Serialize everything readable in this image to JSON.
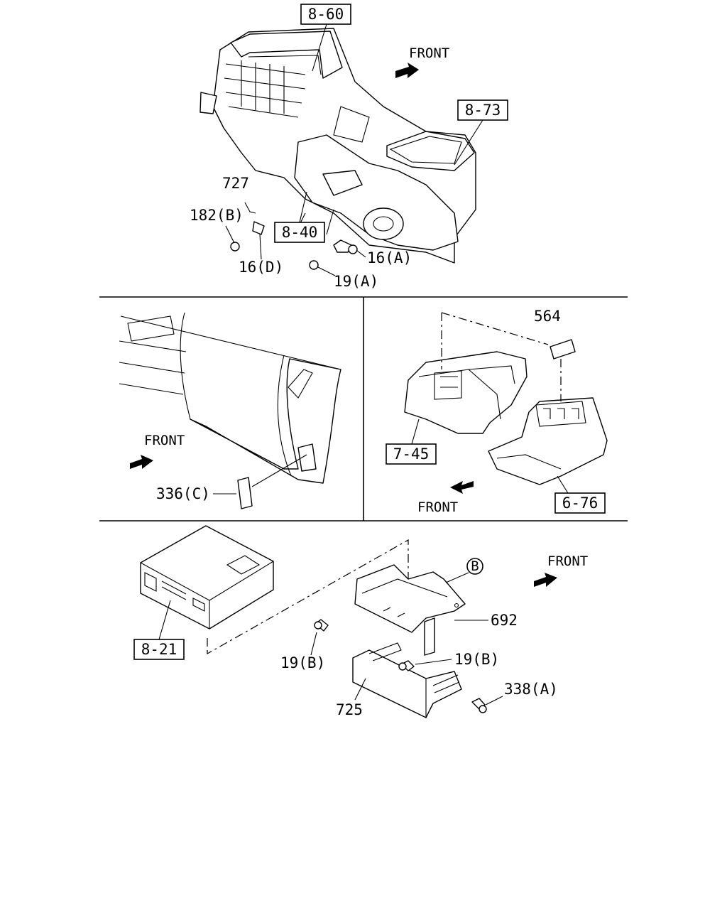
{
  "panels": {
    "hvac": {
      "refs": [
        "8-60",
        "8-73",
        "8-40"
      ],
      "parts": [
        "727",
        "182(B)",
        "16(D)",
        "16(A)",
        "19(A)"
      ],
      "front_label": "FRONT"
    },
    "dash_side": {
      "parts": [
        "336(C)"
      ],
      "front_label": "FRONT"
    },
    "console": {
      "refs": [
        "7-45",
        "6-76"
      ],
      "parts": [
        "564"
      ],
      "front_label": "FRONT"
    },
    "radio": {
      "refs": [
        "8-21"
      ],
      "parts": [
        "692",
        "19(B)",
        "19(B)",
        "725",
        "338(A)"
      ],
      "callout": "B",
      "front_label": "FRONT"
    }
  }
}
